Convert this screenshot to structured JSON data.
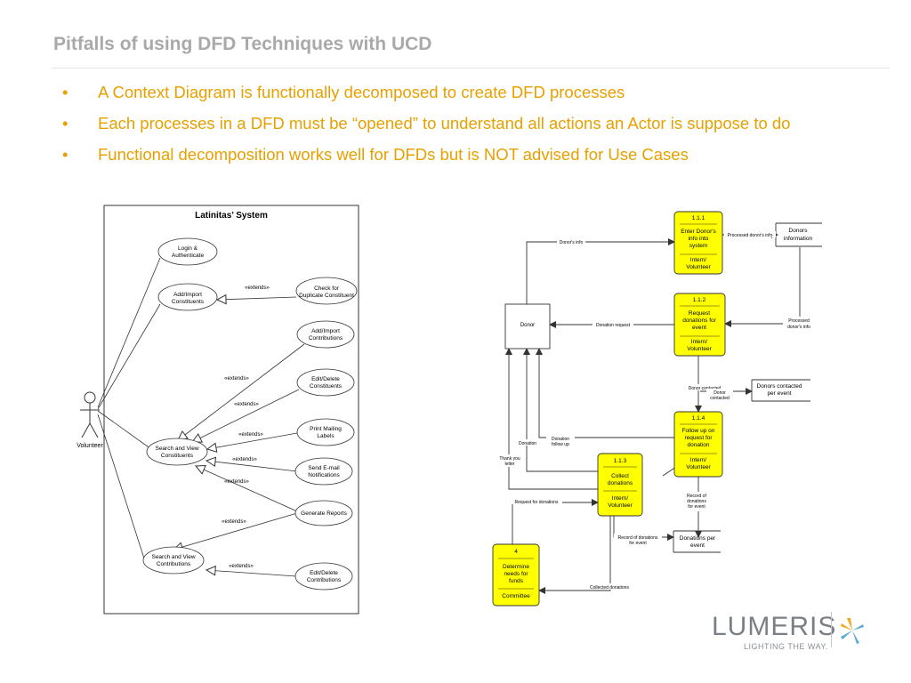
{
  "slide": {
    "title": "Pitfalls of using DFD Techniques with UCD",
    "bullets": [
      "A Context Diagram  is functionally decomposed to create DFD processes",
      "Each processes in a DFD must be “opened” to understand all  actions an Actor is suppose to do",
      "Functional decomposition works well for DFDs but is NOT advised for Use Cases"
    ],
    "bullet_char": "•"
  },
  "usecase": {
    "system_title": "Latinitas’ System",
    "actor": "Volunteer",
    "cases": {
      "login": [
        "Login &",
        "Authenticate"
      ],
      "add_import_const": [
        "Add/Import",
        "Constituents"
      ],
      "check_dup": [
        "Check for",
        "Duplicate Constituent"
      ],
      "add_import_contrib": [
        "Add/Import",
        "Contributions"
      ],
      "edit_delete_const": [
        "Edit/Delete",
        "Constituents"
      ],
      "print_labels": [
        "Print Mailing",
        "Labels"
      ],
      "search_const": [
        "Search and View",
        "Constituents"
      ],
      "send_email": [
        "Send E-mail",
        "Notifications"
      ],
      "gen_reports": [
        "Generate Reports"
      ],
      "search_contrib": [
        "Search and View",
        "Contributions"
      ],
      "edit_delete_contrib": [
        "Edit/Delete",
        "Contributions"
      ]
    },
    "extends_label": "«extends»"
  },
  "dfd": {
    "processes": {
      "p111": {
        "id": "1.1.1",
        "name": [
          "Enter Donor's",
          "info into",
          "system"
        ],
        "actor": [
          "Intern/",
          "Volunteer"
        ]
      },
      "p112": {
        "id": "1.1.2",
        "name": [
          "Request",
          "donations for",
          "event"
        ],
        "actor": [
          "Intern/",
          "Volunteer"
        ]
      },
      "p114": {
        "id": "1.1.4",
        "name": [
          "Follow up on",
          "request for",
          "donation"
        ],
        "actor": [
          "Intern/",
          "Volunteer"
        ]
      },
      "p113": {
        "id": "1.1.3",
        "name": [
          "Collect",
          "donations"
        ],
        "actor": [
          "Intern/",
          "Volunteer"
        ]
      },
      "p4": {
        "id": "4",
        "name": [
          "Determine",
          "needs for",
          "funds"
        ],
        "actor": [
          "Committee"
        ]
      }
    },
    "donor": "Donor",
    "stores": {
      "donors_info": [
        "Donors",
        "information"
      ],
      "donors_contacted": [
        "Donors contacted",
        "per event"
      ],
      "donations_per_event": [
        "Donations per",
        "event"
      ]
    },
    "flows": {
      "donors_info": "Donor's info",
      "processed_info": "Processed donor's info",
      "processed_info2": [
        "Processed",
        "donor's info"
      ],
      "donation_request": "Donation request",
      "donor_contacted": "Donor contacted",
      "donor_contacted2": [
        "Donor",
        "contacted"
      ],
      "donation": "Donation",
      "donation_follow_up": [
        "Donation",
        "follow up"
      ],
      "thank_you": [
        "Thank you",
        "letter"
      ],
      "request_for_donations": "Request for donations",
      "record_of_donations": [
        "Record of",
        "donations",
        "for event"
      ],
      "record_of_donations_event": [
        "Record of donations",
        "for event"
      ],
      "collected_donations": "Collected donations"
    }
  },
  "logo": {
    "word": "LUMERIS",
    "tagline": "LIGHTING THE WAY."
  },
  "colors": {
    "title": "#a9a9a9",
    "bullet_text": "#e8a000",
    "process_fill": "#ffff00",
    "line": "#333333"
  }
}
